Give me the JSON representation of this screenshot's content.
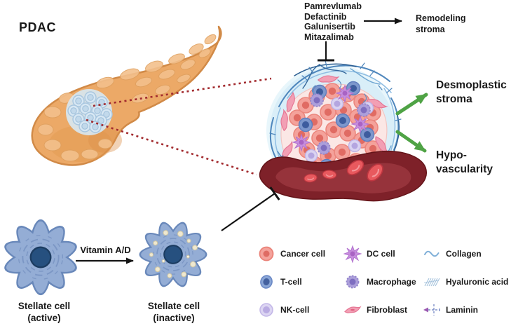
{
  "figure": {
    "region_label": "PDAC",
    "drugs": {
      "lines": [
        "Pamrevlumab",
        "Defactinib",
        "Galunisertib",
        "Mitazalimab"
      ],
      "effect_label": "Remodeling stroma"
    },
    "outcomes": {
      "desmoplastic": "Desmoplastic stroma",
      "hypovascularity": "Hypo-vascularity"
    },
    "stellate": {
      "transition_label": "Vitamin A/D",
      "active": {
        "name": "Stellate cell",
        "state": "(active)"
      },
      "inactive": {
        "name": "Stellate cell",
        "state": "(inactive)"
      }
    },
    "legend": {
      "items": [
        {
          "label": "Cancer cell",
          "icon": "cancer-cell-icon"
        },
        {
          "label": "DC cell",
          "icon": "dc-cell-icon"
        },
        {
          "label": "Collagen",
          "icon": "collagen-icon"
        },
        {
          "label": "T-cell",
          "icon": "t-cell-icon"
        },
        {
          "label": "Macrophage",
          "icon": "macrophage-icon"
        },
        {
          "label": "Hyaluronic acid",
          "icon": "hyaluronic-acid-icon"
        },
        {
          "label": "NK-cell",
          "icon": "nk-cell-icon"
        },
        {
          "label": "Fibroblast",
          "icon": "fibroblast-icon"
        },
        {
          "label": "Laminin",
          "icon": "laminin-icon"
        }
      ]
    },
    "colors": {
      "pancreas": "#ECA967",
      "tumor_cluster": "#D3E4F1",
      "stroma_ring": "#D9EEF8",
      "cancer_cell": "#F4A29B",
      "t_cell": "#5B79BC",
      "nk_cell": "#CFC4EC",
      "dc_cell": "#C692DE",
      "macrophage": "#AC9FDA",
      "fibroblast": "#F29FB4",
      "collagen": "#4E86BC",
      "vessel": "#7E2129",
      "red_blood_cell": "#E8595E",
      "green_arrow": "#4FA345",
      "dotted_connector": "#A22A2E",
      "stellate_cell": "#94ADD5",
      "stellate_nucleus": "#26507F",
      "text": "#1A1A1A"
    }
  }
}
